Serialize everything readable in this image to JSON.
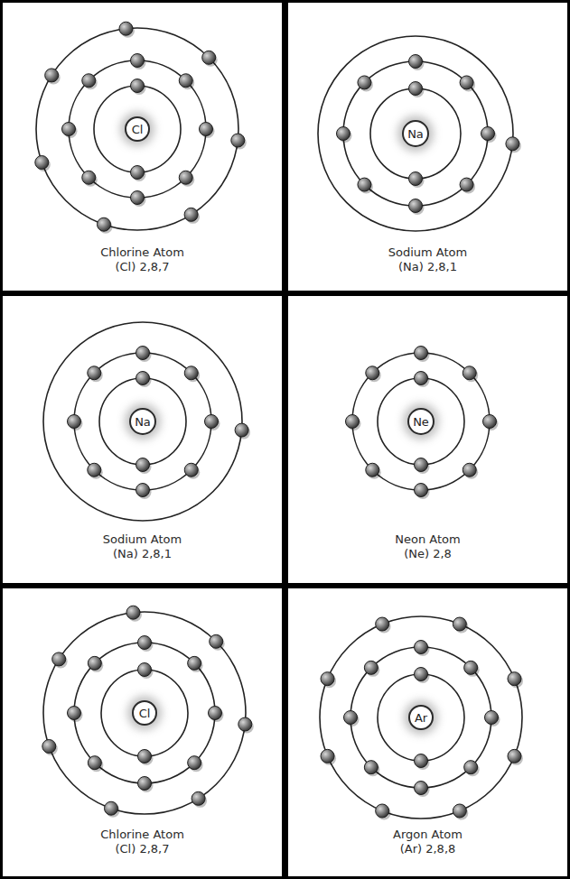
{
  "diagram": {
    "nodes": [
      {
        "text": [
          "Chlorine Atom",
          "(Cl) 2,8,7"
        ]
      },
      {
        "text": [
          "Cl"
        ],
        "in": 0
      },
      {
        "text": [
          "Sodium Atom",
          "(Na) 2,8,1"
        ]
      },
      {
        "text": [
          "Na"
        ],
        "in": 2
      },
      {
        "text": [
          "Sodium Atom",
          "(Na) 2,8,1"
        ]
      },
      {
        "text": [
          "Na"
        ],
        "in": 4
      },
      {
        "text": [
          "Neon Atom",
          "(Ne) 2,8"
        ]
      },
      {
        "text": [
          "Ne"
        ],
        "in": 6
      },
      {
        "text": [
          "Chlorine Atom",
          "(Cl) 2,8,7"
        ]
      },
      {
        "text": [
          "Cl"
        ],
        "in": 8
      },
      {
        "text": [
          "Argon Atom",
          "(Ar) 2,8,8"
        ]
      },
      {
        "text": [
          "Ar"
        ],
        "in": 10
      }
    ]
  }
}
